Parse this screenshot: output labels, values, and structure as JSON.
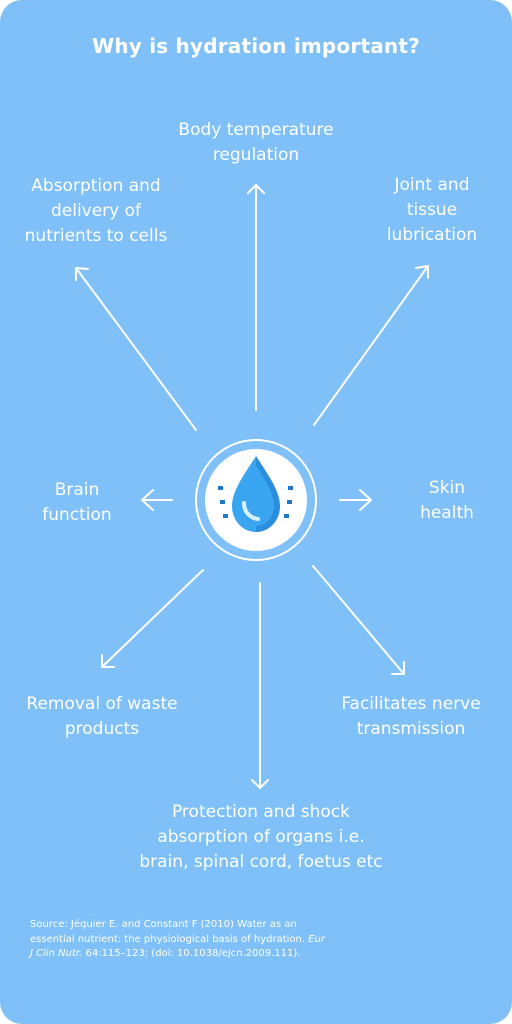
{
  "title": "Why is hydration important?",
  "labels": {
    "body_temperature": "Body temperature\nregulation",
    "absorption": "Absorption and\ndelivery of\nnutrients to cells",
    "joint": "Joint and\ntissue\nlubrication",
    "brain": "Brain\nfunction",
    "skin": "Skin\nhealth",
    "waste": "Removal of waste\nproducts",
    "nerve": "Facilitates nerve\ntransmission",
    "protection": "Protection and shock\nabsorption of organs i.e.\nbrain, spinal cord, foetus etc"
  },
  "source": {
    "prefix": "Source: Jéquier E. and Constant F (2010) Water as an essential nutrient: the physiological basis of hydration. ",
    "journal": "Eur J Clin Nutr.",
    "suffix": "  64:115–123: (doi: 10.1038/ejcn.2009.111)."
  },
  "icon": "water-drop-icon",
  "colors": {
    "background": "#7ec0f7",
    "icon_circle": "#ffffff",
    "drop": "#3aa6f2",
    "drop_dark": "#1f78c8"
  }
}
